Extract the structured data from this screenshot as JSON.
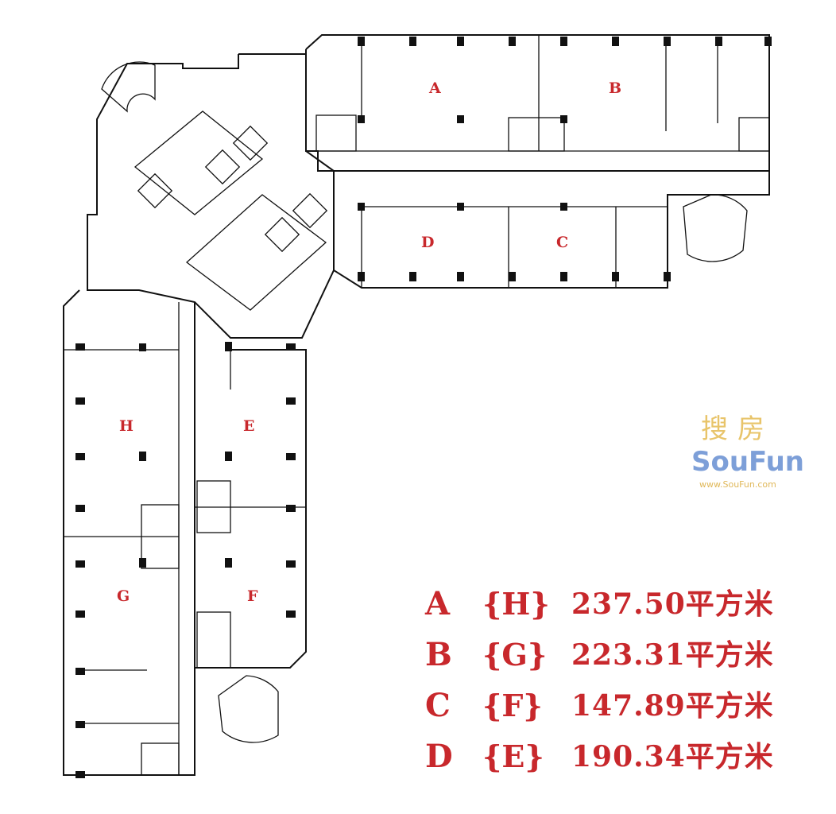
{
  "plan": {
    "units": [
      "A",
      "B",
      "C",
      "D",
      "E",
      "F",
      "G",
      "H"
    ]
  },
  "legend": [
    {
      "unit": "A",
      "pair": "{H}",
      "area": "237.50平方米"
    },
    {
      "unit": "B",
      "pair": "{G}",
      "area": "223.31平方米"
    },
    {
      "unit": "C",
      "pair": "{F}",
      "area": "147.89平方米"
    },
    {
      "unit": "D",
      "pair": "{E}",
      "area": "190.34平方米"
    }
  ],
  "watermark": {
    "cn": "搜房",
    "en": "SouFun",
    "url": "www.SouFun.com"
  },
  "colors": {
    "label": "#c8282c",
    "walls": "#111111"
  }
}
